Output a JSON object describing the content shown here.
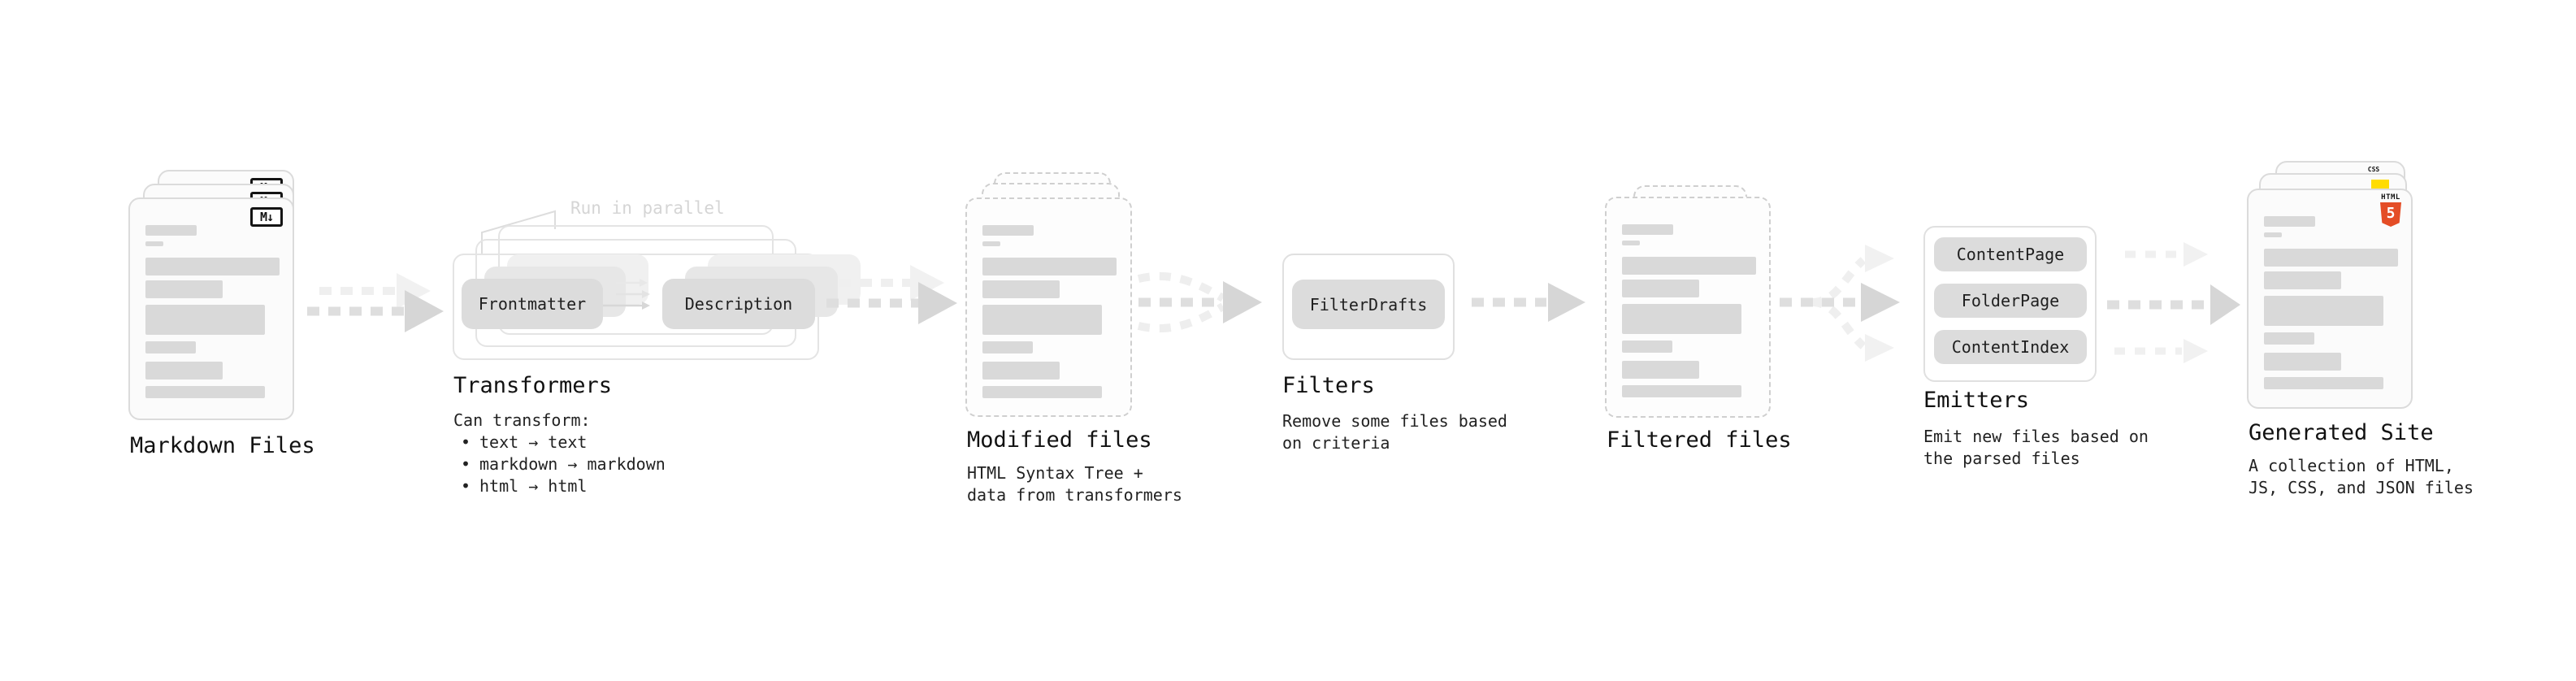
{
  "colors": {
    "text": "#1c1c1c",
    "annotation_gray": "#d5d5d5",
    "card_border": "#dbdbdb",
    "dashed_border": "#cfcfcf",
    "bar_gray": "#d9d9d9",
    "pill_gray": "#dcdcdc",
    "arrow_main": "#d6d6d6",
    "arrow_faint": "#efefef",
    "html5_orange": "#e44d26",
    "js_yellow": "#ffdc00",
    "css_blue": "#2965f1"
  },
  "nodes": {
    "markdown_files": {
      "title": "Markdown Files",
      "badge_label": "M↓"
    },
    "transformers": {
      "annotation": "Run in parallel",
      "pill_left": "Frontmatter",
      "pill_right": "Description",
      "title": "Transformers",
      "caption_heading": "Can transform:",
      "bullet_char": "•",
      "bullets": [
        "text → text",
        "markdown → markdown",
        "html → html"
      ]
    },
    "modified_files": {
      "title": "Modified files",
      "caption": "HTML Syntax Tree +\ndata from transformers"
    },
    "filters": {
      "title": "Filters",
      "pill": "FilterDrafts",
      "caption": "Remove some files based\non criteria"
    },
    "filtered_files": {
      "title": "Filtered files"
    },
    "emitters": {
      "title": "Emitters",
      "pills": [
        "ContentPage",
        "FolderPage",
        "ContentIndex"
      ],
      "caption": "Emit new files based on\nthe parsed files"
    },
    "generated_site": {
      "title": "Generated Site",
      "caption": "A collection of HTML,\nJS, CSS, and JSON files",
      "html5_word": "HTML",
      "html5_number": "5",
      "css_word": "CSS"
    }
  }
}
